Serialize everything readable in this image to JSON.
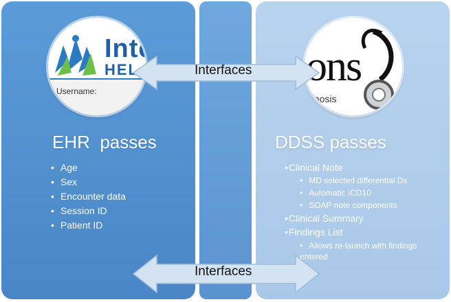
{
  "arrows": {
    "top_label": "Interfaces",
    "bottom_label": "Interfaces"
  },
  "left_logo": {
    "text_a": "Inte",
    "text_b": "HEL",
    "username_label": "Username:"
  },
  "right_logo": {
    "text": "ons",
    "subtext": "gnosis"
  },
  "ehr": {
    "heading": "EHR  passes",
    "items": [
      "Age",
      "Sex",
      "Encounter data",
      "Session ID",
      "Patient ID"
    ]
  },
  "ddss": {
    "heading": "DDSS passes",
    "items": [
      "Clinical Note",
      "MD selected differential Dx",
      "Automatic ICD10",
      "SOAP note components",
      "Clinical Summary",
      "Findings List",
      "Allows re-launch with findings entered"
    ]
  },
  "colors": {
    "left_panel": "#4f8fcf",
    "middle_panel": "#649ed8",
    "right_panel": "#b3cfec",
    "arrow_fill": "#d4e3f2"
  }
}
